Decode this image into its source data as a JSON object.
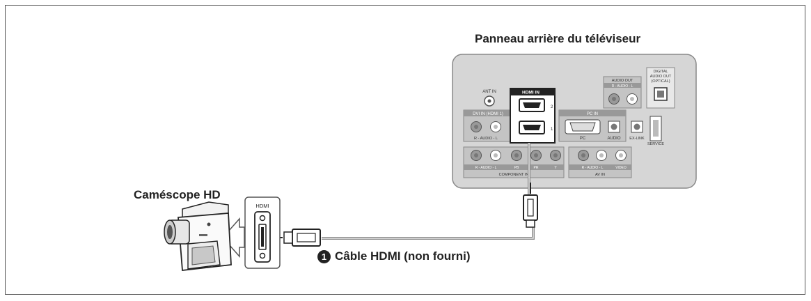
{
  "tv_title": "Panneau arrière du téléviseur",
  "camcorder_title": "Caméscope HD",
  "cable_number": "1",
  "cable_label": "Câble HDMI (non fourni)",
  "camcorder_port_label": "HDMI",
  "tv_panel": {
    "antenna_label": "ANT IN",
    "hdmi_in_label": "HDMI IN",
    "hdmi_port_1": "1",
    "hdmi_port_2": "2",
    "dvi_label": "DVI IN (HDMI 1)",
    "audio_lr_label": "R - AUDIO - L",
    "audio_out_label": "AUDIO OUT",
    "digital_audio_label_1": "DIGITAL",
    "digital_audio_label_2": "AUDIO OUT",
    "digital_audio_label_3": "(OPTICAL)",
    "pc_in_label": "PC IN",
    "pc_label": "PC",
    "audio_label": "AUDIO",
    "ex_link_label": "EX-LINK",
    "service_label": "SERVICE",
    "component_label": "COMPONENT IN",
    "pb_label": "PB",
    "pr_label": "PR",
    "y_label": "Y",
    "av_in_label": "AV IN",
    "video_label": "VIDEO"
  }
}
